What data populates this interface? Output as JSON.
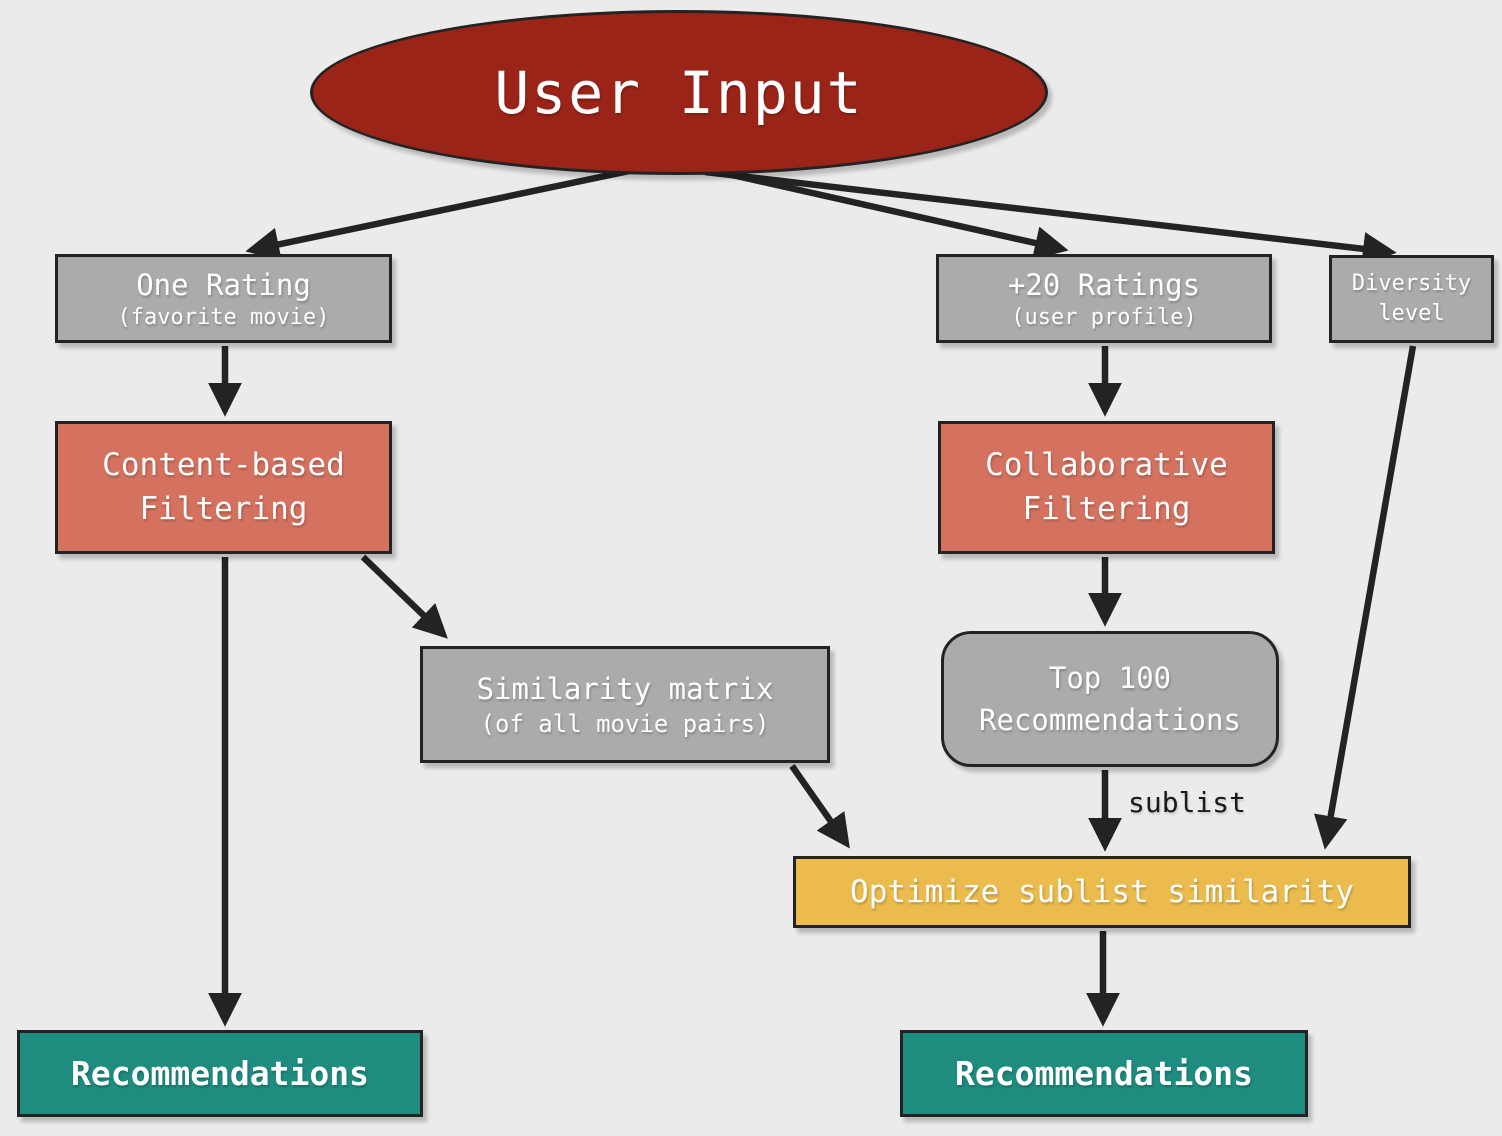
{
  "colors": {
    "bg": "#ebebeb",
    "red": "#9b2418",
    "gray": "#ababab",
    "salmon": "#d4725f",
    "yellow": "#ebbc4d",
    "teal": "#1f8c80",
    "ink": "#232323",
    "text": "#ffffff"
  },
  "diagram": {
    "root": {
      "label": "User Input"
    },
    "nodes": {
      "one_rating": {
        "title": "One Rating",
        "subtitle": "(favorite movie)"
      },
      "plus20_ratings": {
        "title": "+20 Ratings",
        "subtitle": "(user profile)"
      },
      "diversity": {
        "title": "Diversity level"
      },
      "content_based": {
        "title": "Content-based Filtering"
      },
      "collaborative": {
        "title": "Collaborative Filtering"
      },
      "similarity": {
        "title": "Similarity matrix",
        "subtitle": "(of all movie pairs)"
      },
      "top100": {
        "title": "Top 100 Recommendations"
      },
      "optimize": {
        "title": "Optimize sublist similarity"
      },
      "rec_left": {
        "title": "Recommendations"
      },
      "rec_right": {
        "title": "Recommendations"
      }
    },
    "edge_labels": {
      "sublist": "sublist"
    },
    "edges": [
      {
        "from": "user-input",
        "to": "one-rating"
      },
      {
        "from": "user-input",
        "to": "plus20-ratings"
      },
      {
        "from": "user-input",
        "to": "diversity-level"
      },
      {
        "from": "one-rating",
        "to": "content-based-filtering"
      },
      {
        "from": "plus20-ratings",
        "to": "collaborative-filtering"
      },
      {
        "from": "content-based-filtering",
        "to": "recommendations-left"
      },
      {
        "from": "content-based-filtering",
        "to": "similarity-matrix"
      },
      {
        "from": "collaborative-filtering",
        "to": "top-100-recommendations"
      },
      {
        "from": "top-100-recommendations",
        "to": "optimize-sublist-similarity",
        "label": "sublist"
      },
      {
        "from": "similarity-matrix",
        "to": "optimize-sublist-similarity"
      },
      {
        "from": "diversity-level",
        "to": "optimize-sublist-similarity"
      },
      {
        "from": "optimize-sublist-similarity",
        "to": "recommendations-right"
      }
    ]
  }
}
